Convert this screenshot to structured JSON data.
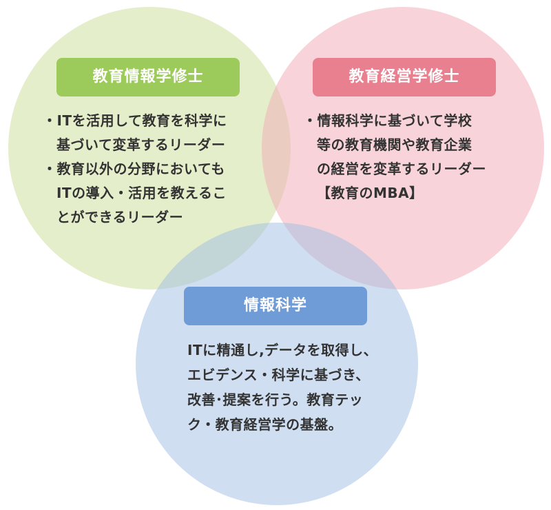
{
  "colors": {
    "green_circle": "#cfe09e",
    "pink_circle": "#f1a9b6",
    "blue_circle": "#9fbde4",
    "green_label": "#9ccb5c",
    "pink_label": "#e8808f",
    "blue_label": "#6f9bd6"
  },
  "sets": {
    "green": {
      "title": "教育情報学修士",
      "lines": [
        "・ITを活用して教育を科学に",
        "基づいて変革するリーダー",
        "・教育以外の分野においても",
        "ITの導入・活用を教えるこ",
        "とができるリーダー"
      ]
    },
    "pink": {
      "title": "教育経営学修士",
      "lines": [
        "・情報科学に基づいて学校",
        "等の教育機関や教育企業",
        "の経営を変革するリーダー",
        "【教育のMBA】"
      ]
    },
    "blue": {
      "title": "情報科学",
      "lines": [
        "ITに精通し,データを取得し、",
        "エビデンス・科学に基づき、",
        "改善･提案を行う。教育テッ",
        "ク・教育経営学の基盤。"
      ]
    }
  }
}
